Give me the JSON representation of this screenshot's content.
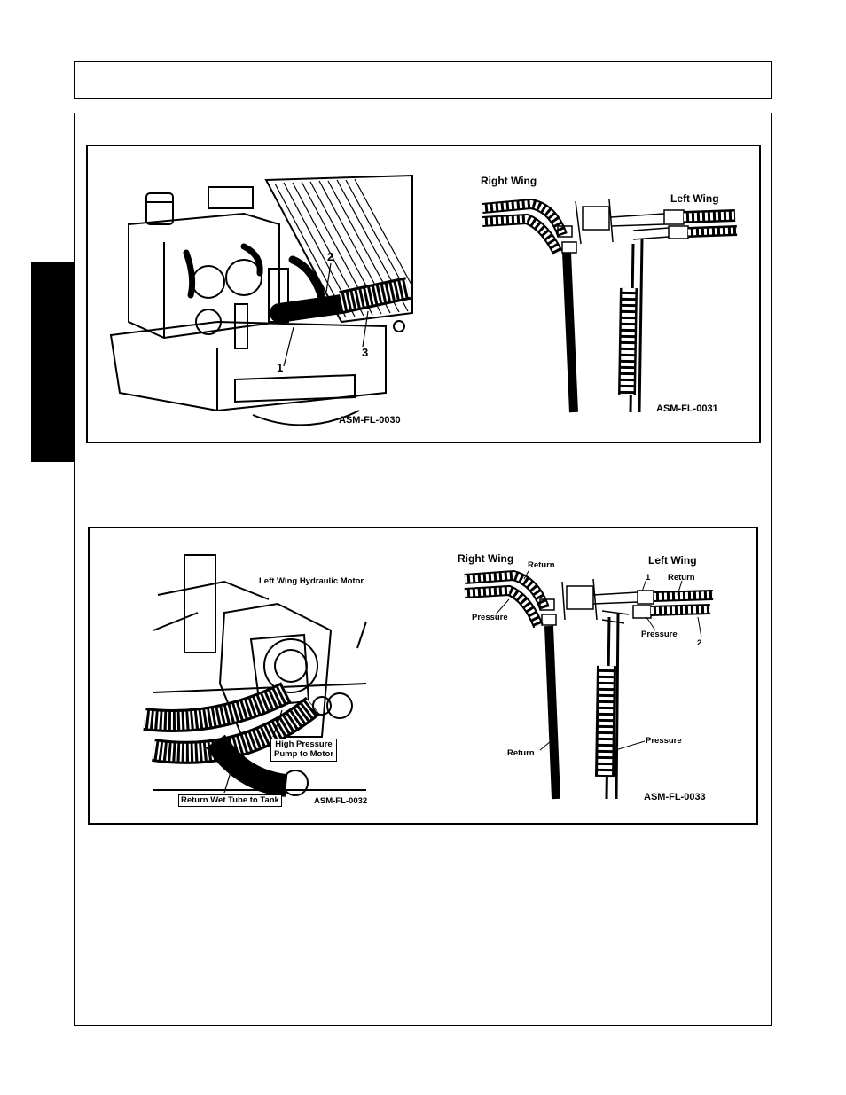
{
  "figure_1": {
    "left_image": {
      "code": "ASM-FL-0030",
      "callouts": [
        "1",
        "2",
        "3"
      ]
    },
    "right_image": {
      "code": "ASM-FL-0031",
      "right_wing_label": "Right Wing",
      "left_wing_label": "Left Wing"
    }
  },
  "figure_2": {
    "left_image": {
      "code": "ASM-FL-0032",
      "motor_label": "Left Wing Hydraulic Motor",
      "high_pressure_line1": "High Pressure",
      "high_pressure_line2": "Pump to Motor",
      "return_tube_label": "Return Wet Tube to Tank"
    },
    "right_image": {
      "code": "ASM-FL-0033",
      "right_wing_label": "Right Wing",
      "left_wing_label": "Left Wing",
      "return_top": "Return",
      "pressure_left": "Pressure",
      "callout_1": "1",
      "return_right": "Return",
      "pressure_right": "Pressure",
      "callout_2": "2",
      "return_bottom": "Return",
      "pressure_bottom": "Pressure"
    }
  }
}
